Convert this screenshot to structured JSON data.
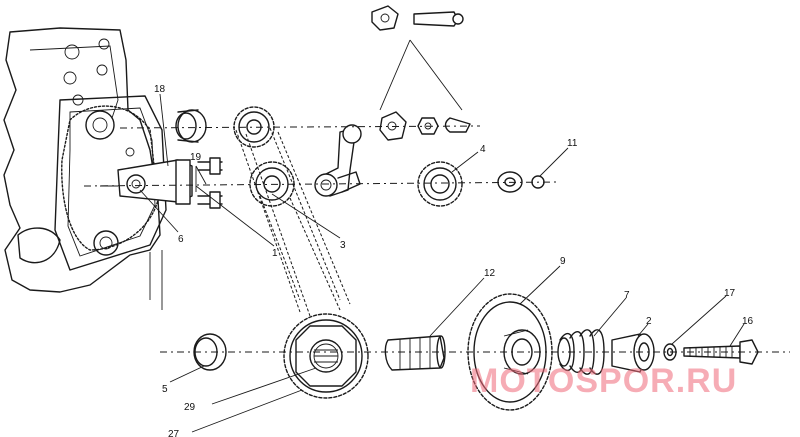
{
  "callouts": [
    {
      "id": "18",
      "text": "18"
    },
    {
      "id": "19",
      "text": "19"
    },
    {
      "id": "6",
      "text": "6"
    },
    {
      "id": "1",
      "text": "1"
    },
    {
      "id": "3",
      "text": "3"
    },
    {
      "id": "4",
      "text": "4"
    },
    {
      "id": "11",
      "text": "11"
    },
    {
      "id": "12",
      "text": "12"
    },
    {
      "id": "9",
      "text": "9"
    },
    {
      "id": "7",
      "text": "7"
    },
    {
      "id": "2",
      "text": "2"
    },
    {
      "id": "17",
      "text": "17"
    },
    {
      "id": "16",
      "text": "16"
    },
    {
      "id": "5",
      "text": "5"
    },
    {
      "id": "29",
      "text": "29"
    },
    {
      "id": "27",
      "text": "27"
    }
  ],
  "watermark": {
    "brand": "MOTOSPOR.RU",
    "color": "#f06a7a"
  }
}
